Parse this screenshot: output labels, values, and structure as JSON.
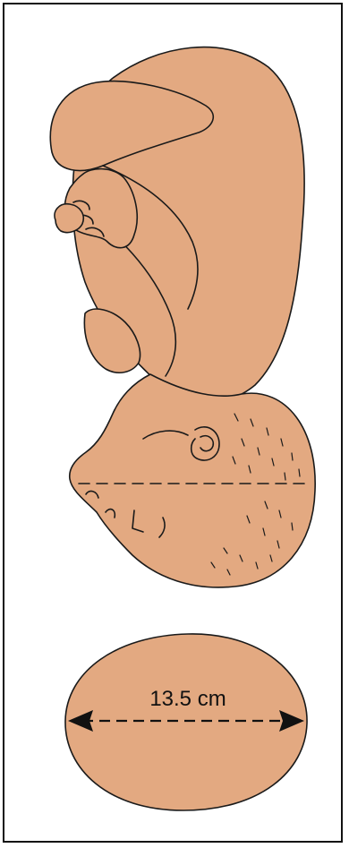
{
  "figure": {
    "colors": {
      "skin": "#e3a981",
      "outline": "#1a1a1a",
      "background": "#ffffff"
    },
    "icons": {
      "fetus": "fetus-illustration",
      "head_cross_section": "head-cross-section-oval",
      "arrows": "double-headed-arrow"
    },
    "measurement": {
      "label": "13.5 cm"
    }
  }
}
